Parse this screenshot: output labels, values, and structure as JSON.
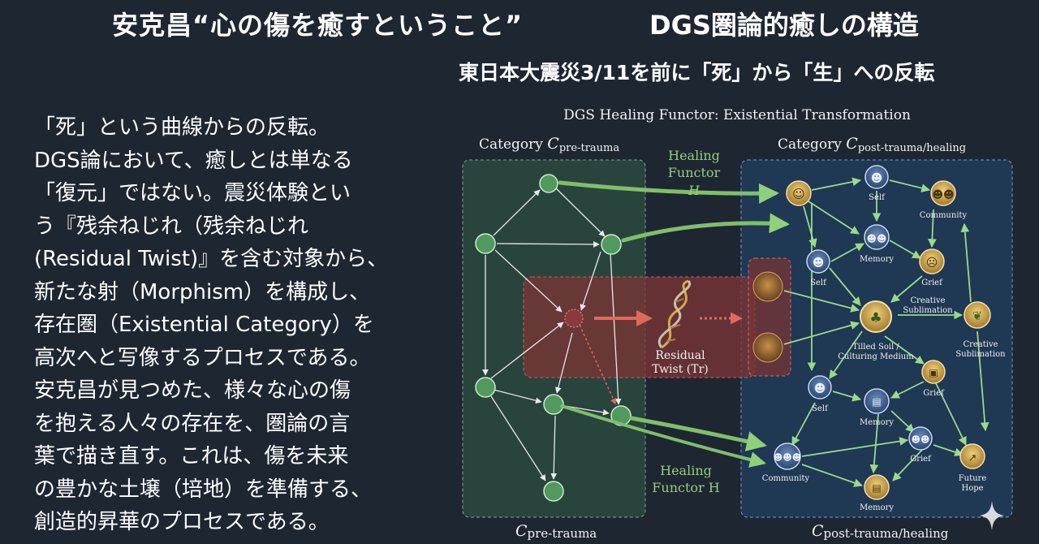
{
  "header": {
    "title_left": "安克昌“心の傷を癒すということ”",
    "title_right": "DGS圏論的癒しの構造",
    "subtitle": "東日本大震災3/11を前に「死」から「生」への反転"
  },
  "body_lines": [
    "「死」という曲線からの反転。",
    "DGS論において、癒しとは単なる",
    "「復元」ではない。震災体験とい",
    "う『残余ねじれ（残余ねじれ",
    "(Residual Twist)』を含む対象から、",
    "新たな射（Morphism）を構成し、",
    "存在圏（Existential Category）を",
    "高次へと写像するプロセスである。",
    "安克昌が見つめた、様々な心の傷",
    "を抱える人々の存在を、圏論の言",
    "葉で描き直す。これは、傷を未来",
    "の豊かな土壌（培地）を準備する、",
    "創造的昇華のプロセスである。"
  ],
  "diagram": {
    "title": "DGS Healing Functor: Existential Transformation",
    "left_category": {
      "prefix": "Category ",
      "symbol": "C",
      "subscript": "pre-trauma"
    },
    "right_category": {
      "prefix": "Category ",
      "symbol": "C",
      "subscript": "post-trauma/healing"
    },
    "bottom_left_label": {
      "symbol": "C",
      "subscript": "pre-trauma"
    },
    "bottom_right_label": {
      "symbol": "C",
      "subscript": "post-trauma/healing"
    },
    "functor_top": {
      "line1": "Healing",
      "line2": "Functor",
      "symbol": "H"
    },
    "functor_bottom": {
      "line1": "Healing",
      "line2": "Functor H"
    },
    "residual": {
      "line1": "Residual",
      "line2": "Twist (Tr)"
    },
    "nodes": {
      "self_top": "Self",
      "community_top": "Community",
      "memory_top": "Memory",
      "self_mid": "Self",
      "grief_top": "Grief",
      "creative_left": "Creative",
      "creative_left2": "Sublimation",
      "creative_right": "Creative",
      "creative_right2": "Sublimation",
      "tilled1": "Tilled Soil /",
      "tilled2": "Culturing Medium",
      "grief_mid": "Grief",
      "self_low": "Self",
      "memory_low": "Memory",
      "community_low": "Community",
      "grief_low": "Grief",
      "future1": "Future",
      "future2": "Hope",
      "memory_bottom": "Memory"
    },
    "colors": {
      "left_box": "#2e4a40",
      "right_box": "#1f3d5c",
      "node_green": "#4f9a5c",
      "arrow_green": "#7fbf6a",
      "twist_red": "#8a3a3a",
      "gold": "#d4a84a"
    }
  }
}
